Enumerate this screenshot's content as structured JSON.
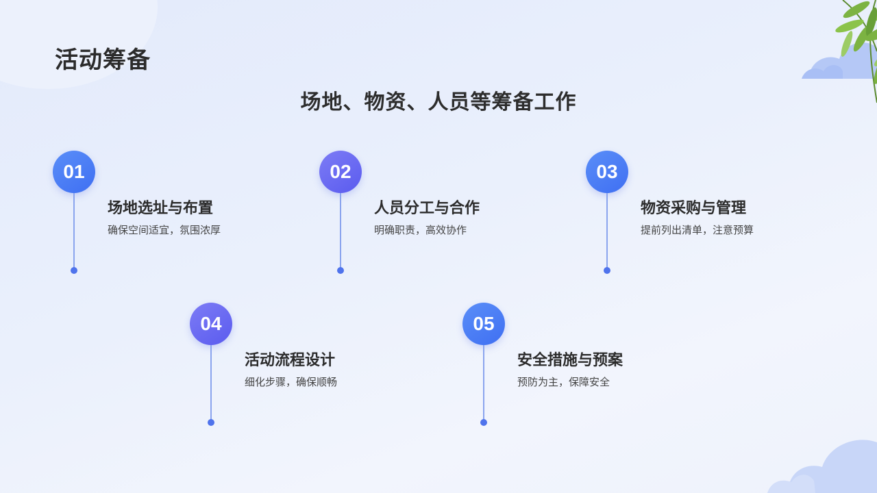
{
  "page": {
    "title": "活动筹备",
    "subtitle": "场地、物资、人员等筹备工作"
  },
  "colors": {
    "accent_blue": "#4a7cf5",
    "accent_violet": "#6a6af2",
    "title_text": "#2b2b2b"
  },
  "items": [
    {
      "number": "01",
      "title": "场地选址与布置",
      "description": "确保空间适宜，氛围浓厚"
    },
    {
      "number": "02",
      "title": "人员分工与合作",
      "description": "明确职责，高效协作"
    },
    {
      "number": "03",
      "title": "物资采购与管理",
      "description": "提前列出清单，注意预算"
    },
    {
      "number": "04",
      "title": "活动流程设计",
      "description": "细化步骤，确保顺畅"
    },
    {
      "number": "05",
      "title": "安全措施与预案",
      "description": "预防为主，保障安全"
    }
  ],
  "decorations": {
    "top_right": "leaves-icon",
    "bottom_right": "cloud-icon"
  }
}
